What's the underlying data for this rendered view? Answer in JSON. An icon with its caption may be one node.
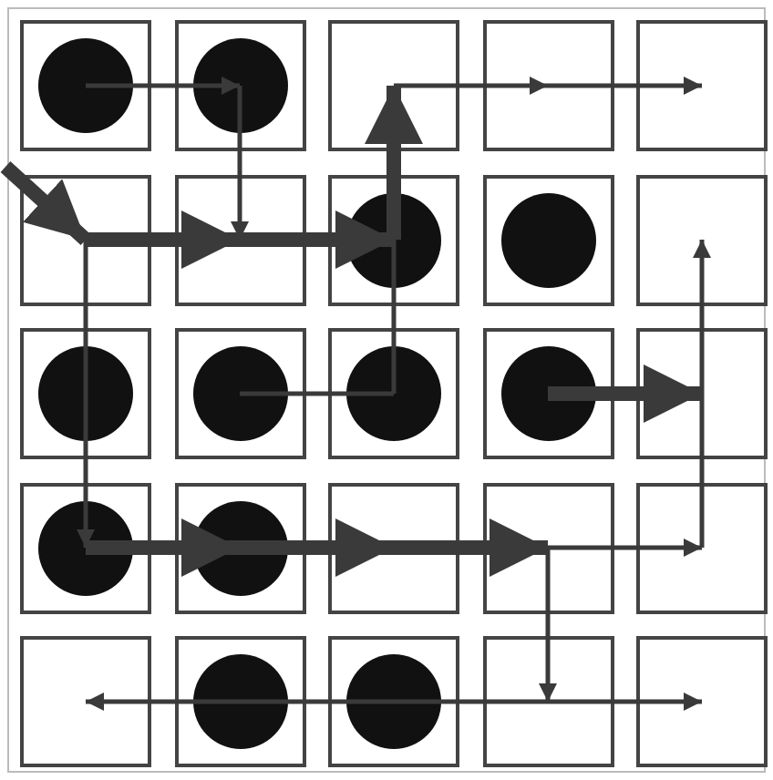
{
  "diagram": {
    "nodes": [
      {
        "text": [],
        "shape": "box"
      },
      {
        "text": [],
        "shape": "box"
      },
      {
        "text": [],
        "shape": "box"
      },
      {
        "text": [],
        "shape": "box"
      },
      {
        "text": [],
        "shape": "box"
      },
      {
        "text": [],
        "shape": "box"
      },
      {
        "text": [],
        "shape": "box"
      },
      {
        "text": [],
        "shape": "box"
      },
      {
        "text": [],
        "shape": "box"
      },
      {
        "text": [],
        "shape": "box"
      },
      {
        "text": [],
        "shape": "box"
      },
      {
        "text": [],
        "shape": "box"
      },
      {
        "text": [],
        "shape": "box"
      },
      {
        "text": [],
        "shape": "box"
      },
      {
        "text": [],
        "shape": "box"
      },
      {
        "text": [],
        "shape": "box"
      },
      {
        "text": [],
        "shape": "box"
      },
      {
        "text": [],
        "shape": "box"
      },
      {
        "text": [],
        "shape": "box"
      },
      {
        "text": [],
        "shape": "box"
      },
      {
        "text": [],
        "shape": "box"
      },
      {
        "text": [],
        "shape": "box"
      },
      {
        "text": [],
        "shape": "box"
      },
      {
        "text": [],
        "shape": "box"
      },
      {
        "text": [],
        "shape": "box"
      },
      {
        "text": [],
        "shape": "circle",
        "in": 0
      },
      {
        "text": [],
        "shape": "circle",
        "in": 1
      },
      {
        "text": [],
        "shape": "circle",
        "in": 7
      },
      {
        "text": [],
        "shape": "circle",
        "in": 8
      },
      {
        "text": [],
        "shape": "circle",
        "in": 10
      },
      {
        "text": [],
        "shape": "circle",
        "in": 11
      },
      {
        "text": [],
        "shape": "circle",
        "in": 12
      },
      {
        "text": [],
        "shape": "circle",
        "in": 13
      },
      {
        "text": [],
        "shape": "circle",
        "in": 15
      },
      {
        "text": [],
        "shape": "circle",
        "in": 16
      },
      {
        "text": [],
        "shape": "circle",
        "in": 21
      },
      {
        "text": [],
        "shape": "circle",
        "in": 22
      }
    ],
    "edges": [
      {
        "from": 25,
        "to": 26,
        "arrow": "to"
      },
      {
        "from": 26,
        "to": 6,
        "arrow": "to"
      },
      {
        "from": null,
        "to": 5,
        "arrow": "to",
        "style": "thick"
      },
      {
        "from": 5,
        "to": 6,
        "arrow": "to",
        "style": "thick"
      },
      {
        "from": 6,
        "to": 27,
        "arrow": "to",
        "style": "thick"
      },
      {
        "from": 27,
        "to": 2,
        "arrow": "to",
        "style": "thick"
      },
      {
        "from": 2,
        "to": 3,
        "arrow": "to"
      },
      {
        "from": 3,
        "to": 4,
        "arrow": "to"
      },
      {
        "from": 5,
        "to": 29,
        "arrow": "none"
      },
      {
        "from": 29,
        "to": 33,
        "arrow": "to"
      },
      {
        "from": 30,
        "to": 31,
        "arrow": "none"
      },
      {
        "from": 31,
        "to": 27,
        "arrow": "none"
      },
      {
        "from": 33,
        "to": 34,
        "arrow": "to",
        "style": "thick"
      },
      {
        "from": 34,
        "to": 17,
        "arrow": "to",
        "style": "thick"
      },
      {
        "from": 17,
        "to": 18,
        "arrow": "to",
        "style": "thick"
      },
      {
        "from": 18,
        "to": 19,
        "arrow": "to"
      },
      {
        "from": 18,
        "to": 23,
        "arrow": "to"
      },
      {
        "from": 35,
        "to": 20,
        "arrow": "to"
      },
      {
        "from": 35,
        "to": 36,
        "arrow": "none"
      },
      {
        "from": 36,
        "to": 23,
        "arrow": "none"
      },
      {
        "from": 23,
        "to": 24,
        "arrow": "to"
      },
      {
        "from": 32,
        "to": 14,
        "arrow": "to",
        "style": "thick"
      },
      {
        "from": 19,
        "to": 14,
        "arrow": "none"
      },
      {
        "from": 14,
        "to": 9,
        "arrow": "to"
      }
    ]
  }
}
